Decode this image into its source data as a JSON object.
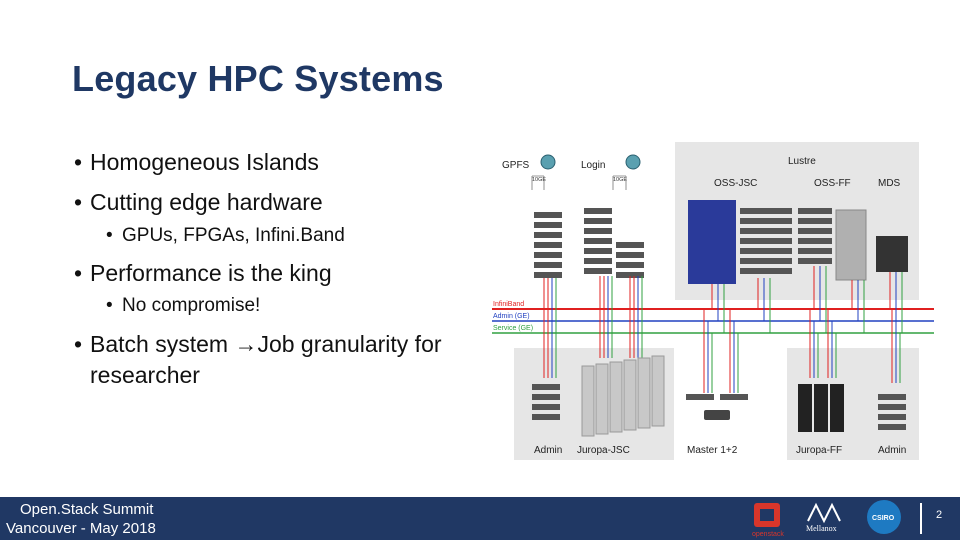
{
  "slide": {
    "title": "Legacy HPC Systems",
    "bullets": [
      {
        "level": 1,
        "text": "Homogeneous Islands"
      },
      {
        "level": 1,
        "text": "Cutting edge hardware"
      },
      {
        "level": 2,
        "text": "GPUs, FPGAs, Infini.Band"
      },
      {
        "level": 1,
        "text": "Performance is the king"
      },
      {
        "level": 2,
        "text": "No compromise!"
      },
      {
        "level": 1,
        "text_before_arrow": "Batch system ",
        "text_after_arrow": "Job granularity for",
        "continuation": "researcher"
      }
    ]
  },
  "diagram": {
    "top_labels": {
      "gpfs": "GPFS",
      "login": "Login",
      "lustre": "Lustre"
    },
    "link_labels": {
      "gpfs_link": "10GE",
      "login_link": "10GE"
    },
    "lustre_groups": {
      "oss_jsc": "OSS-JSC",
      "oss_ff": "OSS-FF",
      "mds": "MDS"
    },
    "networks": {
      "infiniband": "InfiniBand",
      "admin": "Admin (GE)",
      "service": "Service (GE)"
    },
    "bottom_labels": {
      "admin_left": "Admin",
      "juropa_jsc": "Juropa-JSC",
      "master": "Master 1+2",
      "juropa_ff": "Juropa-FF",
      "admin_right": "Admin"
    },
    "colors": {
      "infiniband": "#e02020",
      "admin": "#2040c0",
      "service": "#30a040",
      "panel": "#e6e6e6"
    }
  },
  "footer": {
    "line1": "Open.Stack Summit",
    "line2": "Vancouver - May 2018",
    "page_number": "2",
    "logos": {
      "openstack": "openstack",
      "mellanox": "Mellanox",
      "csiro": "CSIRO"
    },
    "background": "#203864"
  }
}
